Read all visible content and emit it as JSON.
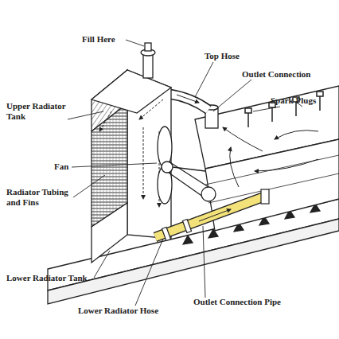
{
  "diagram": {
    "labels": [
      "Fill Here",
      "Top Hose",
      "Outlet Connection",
      "Spark Plugs",
      "Upper Radiator Tank",
      "Fan",
      "Radiator Tubing and Fins",
      "Lower Radiator Tank",
      "Lower Radiator Hose",
      "Outlet Connection Pipe"
    ]
  }
}
